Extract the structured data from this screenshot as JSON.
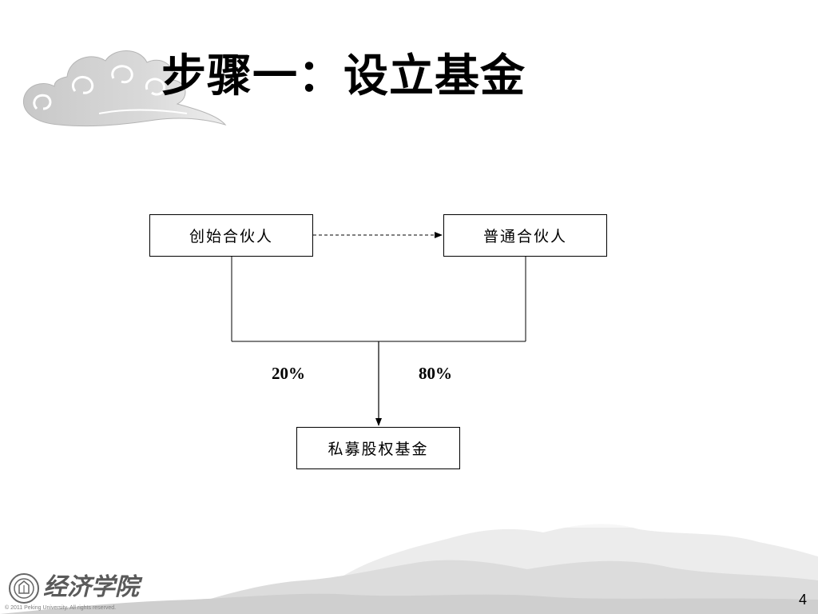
{
  "slide": {
    "title": "步骤一：设立基金",
    "page_number": "4"
  },
  "diagram": {
    "nodes": {
      "founding_partner": "创始合伙人",
      "general_partner": "普通合伙人",
      "fund": "私募股权基金"
    },
    "edges": [
      {
        "from": "founding_partner",
        "to": "general_partner",
        "style": "dashed"
      },
      {
        "from": "founding_partner",
        "to": "fund",
        "label": "20%"
      },
      {
        "from": "general_partner",
        "to": "fund",
        "label": "80%"
      }
    ],
    "labels": {
      "left_share": "20%",
      "right_share": "80%"
    }
  },
  "footer": {
    "logo_text": "经济学院",
    "copyright": "© 2011 Peking University. All rights reserved."
  }
}
